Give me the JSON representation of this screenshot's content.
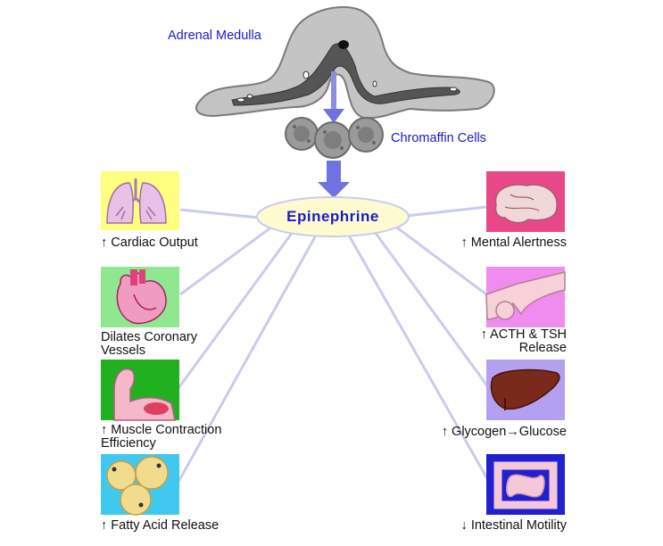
{
  "labels": {
    "adrenal_medulla": "Adrenal Medulla",
    "chromaffin_cells": "Chromaffin Cells",
    "epinephrine": "Epinephrine"
  },
  "effects_left": [
    {
      "arrow": "↑",
      "text": "Cardiac Output"
    },
    {
      "arrow": "",
      "line1": "Dilates Coronary",
      "line2": "Vessels"
    },
    {
      "arrow": "↑",
      "line1": "Muscle Contraction",
      "line2": "Efficiency"
    },
    {
      "arrow": "↑",
      "text": "Fatty Acid Release"
    }
  ],
  "effects_right": [
    {
      "arrow": "↑",
      "text": "Mental Alertness"
    },
    {
      "arrow": "↑",
      "line1": "ACTH & TSH",
      "line2": "Release"
    },
    {
      "arrow": "↑",
      "text": "Glycogen→Glucose"
    },
    {
      "arrow": "↓",
      "text": "Intestinal Motility"
    }
  ],
  "icons": {
    "lungs": "lungs-icon",
    "heart": "heart-icon",
    "arm": "flexed-arm-icon",
    "fat": "fat-cells-icon",
    "brain": "brain-icon",
    "pituitary": "pituitary-icon",
    "liver": "liver-icon",
    "intestine": "intestine-icon"
  },
  "colors": {
    "text_blue": "#1a1acc",
    "connector": "#c8cdf0",
    "arrow_fill": "#6f72e0",
    "ellipse_fill": "#fffbd0"
  }
}
